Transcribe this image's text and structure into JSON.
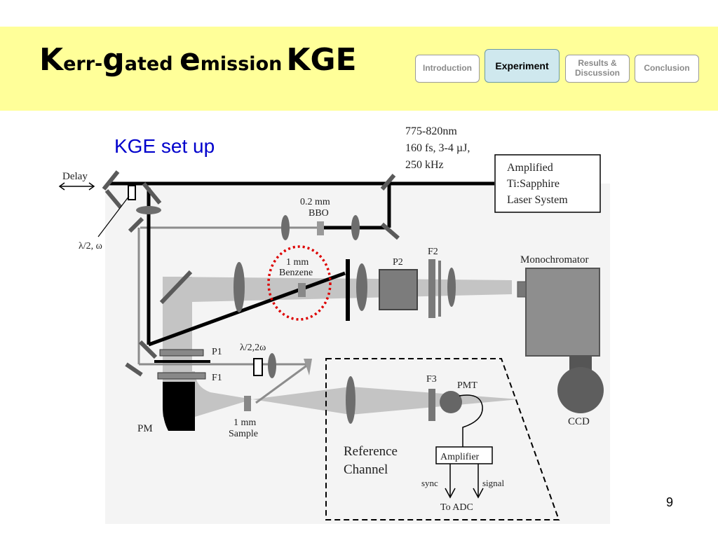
{
  "slide": {
    "title": {
      "part1_big": "K",
      "part1_small": "err-",
      "part2_big": "g",
      "part2_small": "ated ",
      "part3_big": "e",
      "part3_small": "mission",
      "acronym": "KGE"
    },
    "subtitle": "KGE set up",
    "page_number": "9"
  },
  "nav": {
    "items": [
      {
        "label_line1": "Introduction",
        "label_line2": ""
      },
      {
        "label_line1": "Experiment",
        "label_line2": ""
      },
      {
        "label_line1": "Results &",
        "label_line2": "Discussion"
      },
      {
        "label_line1": "Conclusion",
        "label_line2": ""
      }
    ],
    "active_index": 1
  },
  "diagram": {
    "laser_specs": [
      "775-820nm",
      "160 fs, 3-4 µJ,",
      "250 kHz"
    ],
    "laser_box": [
      "Amplified",
      "Ti:Sapphire",
      "Laser System"
    ],
    "delay": "Delay",
    "waveplate_1": "λ/2, ω",
    "bbo": [
      "0.2 mm",
      "BBO"
    ],
    "benzene": [
      "1 mm",
      "Benzene"
    ],
    "p2": "P2",
    "f2": "F2",
    "monochromator": "Monochromator",
    "ccd": "CCD",
    "p1": "P1",
    "f1": "F1",
    "waveplate_2": "λ/2,2ω",
    "pm": "PM",
    "sample": [
      "1 mm",
      "Sample"
    ],
    "f3": "F3",
    "pmt": "PMT",
    "reference_channel": [
      "Reference",
      "Channel"
    ],
    "amplifier": "Amplifier",
    "sync": "sync",
    "signal": "signal",
    "to_adc": "To ADC"
  },
  "colors": {
    "header_bg": "#ffff99",
    "subtitle": "#0000cc",
    "highlight_circle": "#dd0000",
    "nav_active_bg": "#cfe8ee"
  }
}
